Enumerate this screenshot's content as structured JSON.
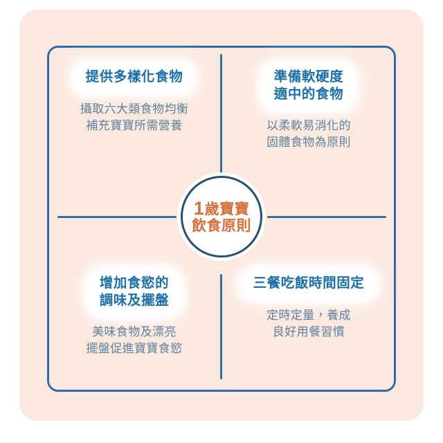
{
  "colors": {
    "page_background": "#ffffff",
    "panel_background": "#fbe9e0",
    "frame_border": "#2d6ca8",
    "divider": "#3a6f9c",
    "heading_text": "#1d6fa6",
    "body_text": "#5f819c",
    "center_text": "#d4703c",
    "center_ring": "#23506f",
    "pill_background": "#ffffff"
  },
  "center": {
    "number": "1",
    "line1_rest": "歲寶寶",
    "line2": "飲食原則",
    "full_text": "1歲寶寶飲食原則"
  },
  "quadrants": {
    "top_left": {
      "heading_lines": [
        "提供多樣化食物"
      ],
      "description_lines": [
        "攝取六大類食物均衡",
        "補充寶寶所需營養"
      ]
    },
    "top_right": {
      "heading_lines": [
        "準備軟硬度",
        "適中的食物"
      ],
      "description_lines": [
        "以柔軟易消化的",
        "固體食物為原則"
      ]
    },
    "bottom_left": {
      "heading_lines": [
        "增加食慾的",
        "調味及擺盤"
      ],
      "description_lines": [
        "美味食物及漂亮",
        "擺盤促進寶寶食慾"
      ]
    },
    "bottom_right": {
      "heading_lines": [
        "三餐吃飯時間固定"
      ],
      "description_lines": [
        "定時定量，養成",
        "良好用餐習慣"
      ]
    }
  }
}
